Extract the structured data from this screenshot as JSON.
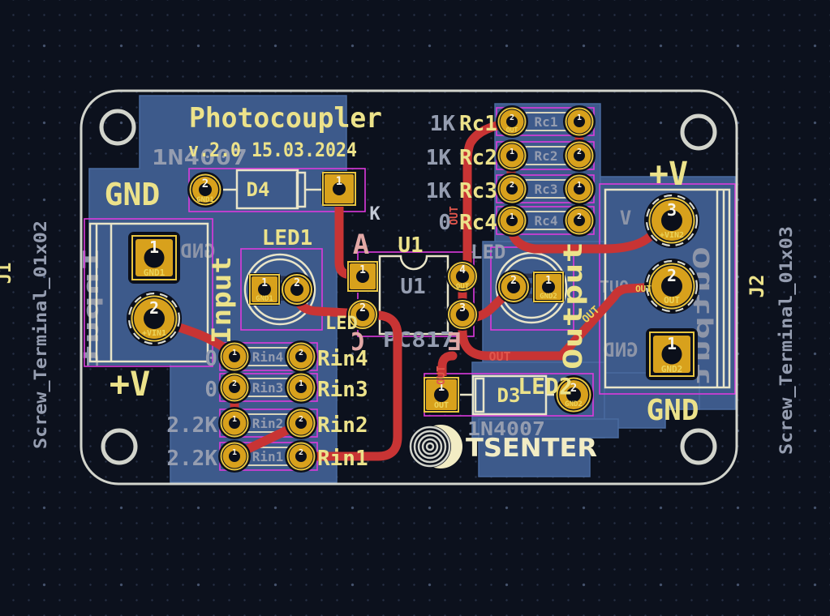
{
  "colors": {
    "background": "#0c111d",
    "zone_blue": "#3d5a8b",
    "trace_red": "#c83434",
    "pad_gold": "#d8a11c",
    "silkscreen_yellow": "#ece28a",
    "fab_gray": "#959db0",
    "back_silk_pink": "#e2a8a6",
    "courtyard_magenta": "#dd3add",
    "edge_cuts_white": "#d2d4cc"
  },
  "title": {
    "text": "Photocoupler",
    "version": "v.2.0 15.03.2024"
  },
  "brand": {
    "logo": "TSENTER"
  },
  "silk": {
    "gnd_left": "GND",
    "pv_left": "+V",
    "input": "Input",
    "output": "Output",
    "pv_right": "+V",
    "gnd_right": "GND",
    "u1_ref": "U1",
    "led": "LED"
  },
  "pins": {
    "a": "A",
    "k": "K",
    "c": "C",
    "e": "E"
  },
  "fab": {
    "d4_value": "1N4007",
    "d3_value": "1N4007",
    "u1": "U1",
    "u1_value": "PC817",
    "led": "LED"
  },
  "mirror": {
    "input": "Input",
    "output": "Output",
    "gnd_left": "GND",
    "gnd_right": "GND",
    "v": "V",
    "out": "OUT",
    "led": "LED"
  },
  "refs": {
    "j1": "J1",
    "j2": "J2",
    "d4": "D4",
    "d3": "D3",
    "led1": "LED1",
    "led2": "LED2"
  },
  "footprints": {
    "j1": "Screw_Terminal_01x02",
    "j2": "Screw_Terminal_01x03"
  },
  "rc": [
    {
      "ref": "Rc1",
      "value": "1K",
      "pad_l": "2",
      "pad_r": "1"
    },
    {
      "ref": "Rc2",
      "value": "1K",
      "pad_l": "1",
      "pad_r": "2"
    },
    {
      "ref": "Rc3",
      "value": "1K",
      "pad_l": "2",
      "pad_r": "1"
    },
    {
      "ref": "Rc4",
      "value": "0",
      "pad_l": "1",
      "pad_r": "2"
    }
  ],
  "rin": [
    {
      "ref": "Rin4",
      "value": "0",
      "pad_l": "1",
      "pad_r": "2"
    },
    {
      "ref": "Rin3",
      "value": "0",
      "pad_l": "2",
      "pad_r": "1"
    },
    {
      "ref": "Rin2",
      "value": "2.2K",
      "pad_l": "1",
      "pad_r": "2"
    },
    {
      "ref": "Rin1",
      "value": "2.2K",
      "pad_l": "1",
      "pad_r": "2"
    }
  ],
  "pads": {
    "j1_1": {
      "num": "1",
      "net": "GND1"
    },
    "j1_2": {
      "num": "2",
      "net": "+VIN1"
    },
    "d4_2": {
      "num": "2",
      "net": "GND1"
    },
    "d4_1": {
      "num": "1"
    },
    "led1_1": {
      "num": "1",
      "net": "GND1"
    },
    "led1_2": {
      "num": "2"
    },
    "u1_1": {
      "num": "1"
    },
    "u1_2": {
      "num": "2"
    },
    "u1_3": {
      "num": "3"
    },
    "u1_4": {
      "num": "4",
      "net": "OUT"
    },
    "led2_2": {
      "num": "2"
    },
    "led2_1": {
      "num": "1",
      "net": "GND2"
    },
    "d3_1": {
      "num": "1",
      "net": "OUT"
    },
    "d3_2": {
      "num": "2",
      "net": "GND2"
    },
    "j2_3": {
      "num": "3",
      "net": "+VIN2"
    },
    "j2_2": {
      "num": "2",
      "net": "OUT"
    },
    "j2_1": {
      "num": "1",
      "net": "GND2"
    }
  },
  "netlabels": {
    "out": "OUT"
  }
}
